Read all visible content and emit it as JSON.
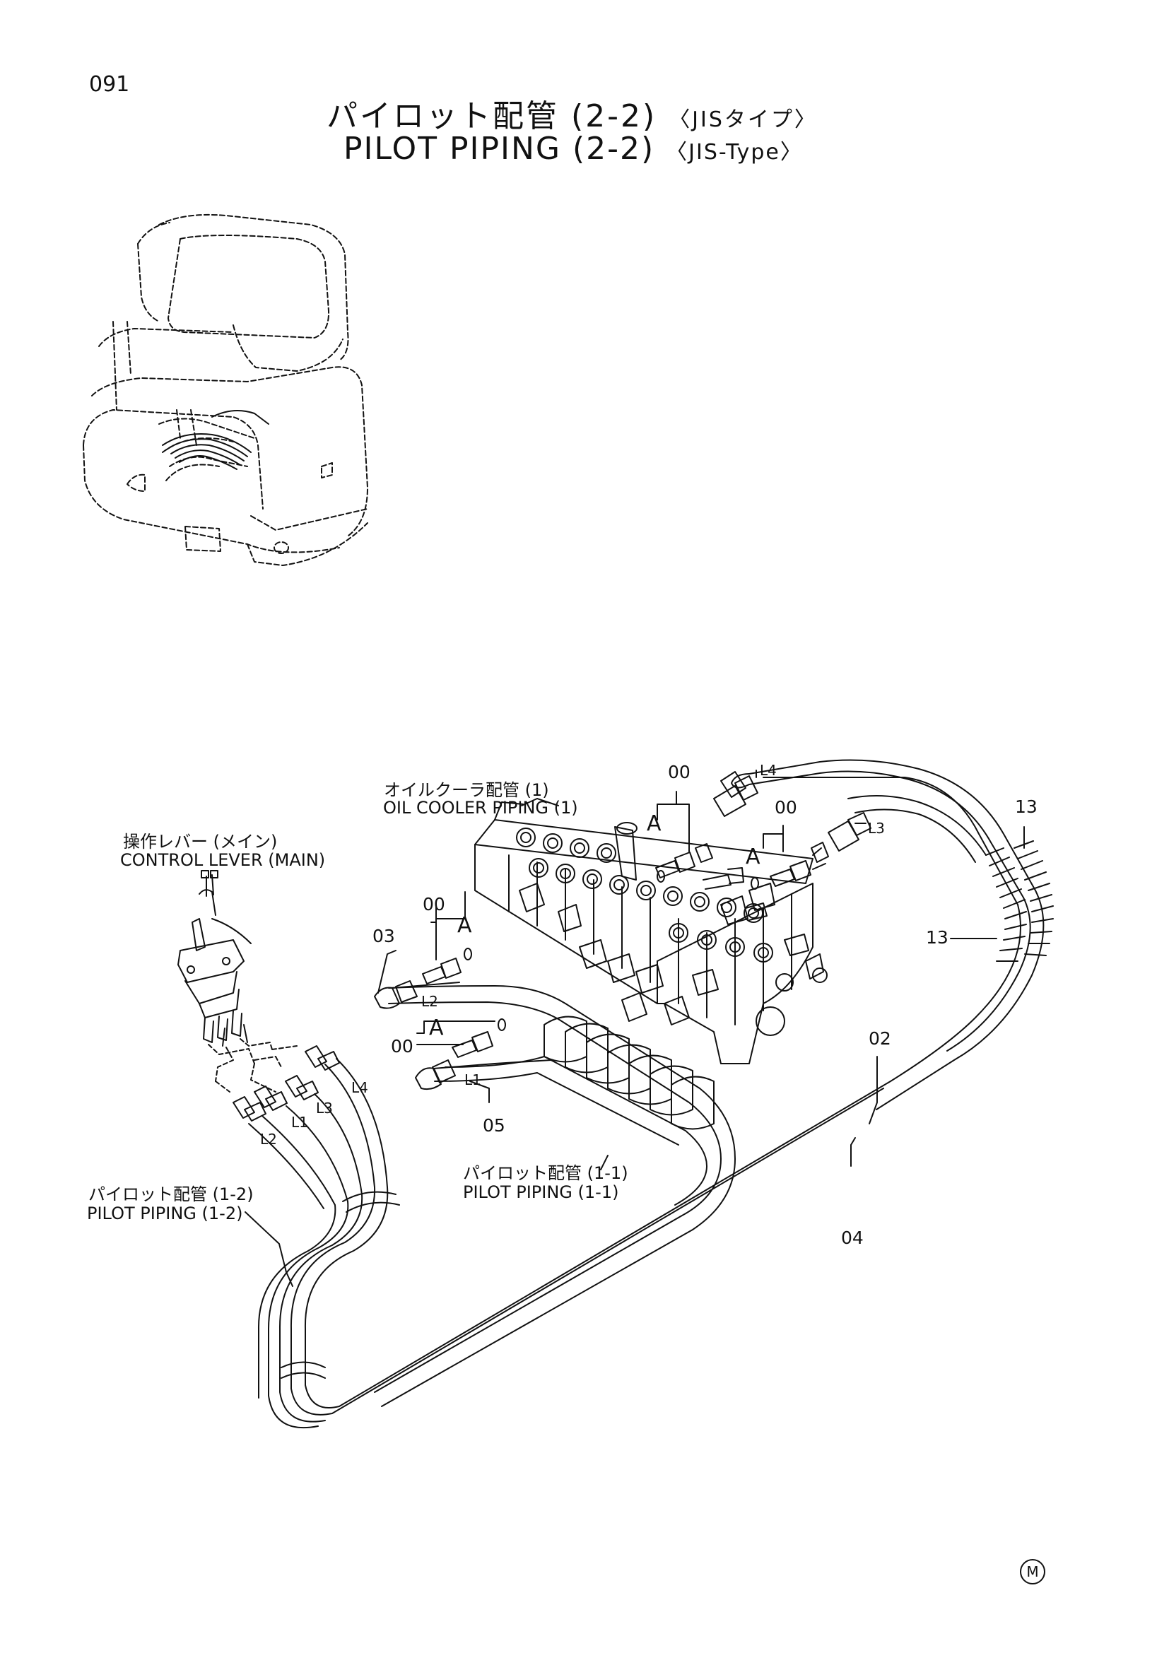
{
  "page_number": "091",
  "title": {
    "jp": "パイロット配管 (2-2)",
    "jp_tag": "〈JISタイプ〉",
    "en": "PILOT PIPING (2-2)",
    "en_tag": "〈JIS-Type〉"
  },
  "labels": {
    "oil_cooler_jp": "オイルクーラ配管 (1)",
    "oil_cooler_en": "OIL COOLER PIPING (1)",
    "control_lever_jp": "操作レバー (メイン)",
    "control_lever_en": "CONTROL LEVER (MAIN)",
    "pilot_11_jp": "パイロット配管 (1-1)",
    "pilot_11_en": "PILOT PIPING (1-1)",
    "pilot_12_jp": "パイロット配管 (1-2)",
    "pilot_12_en": "PILOT PIPING (1-2)"
  },
  "callouts": {
    "c00_top": "00",
    "c00_right": "00",
    "c00_left": "00",
    "c00_bottom": "00",
    "c03": "03",
    "c05": "05",
    "c02": "02",
    "c04": "04",
    "c13_top": "13",
    "c13_mid": "13",
    "a1": "A",
    "a2": "A",
    "a3": "A",
    "a4": "A",
    "l4_top": "L4",
    "l3_top": "L3",
    "l2_mid": "L2",
    "l1_mid": "L1",
    "l4_left": "L4",
    "l3_left": "L3",
    "l1_left": "L1",
    "l2_left": "L2"
  },
  "footer_mark": "M"
}
